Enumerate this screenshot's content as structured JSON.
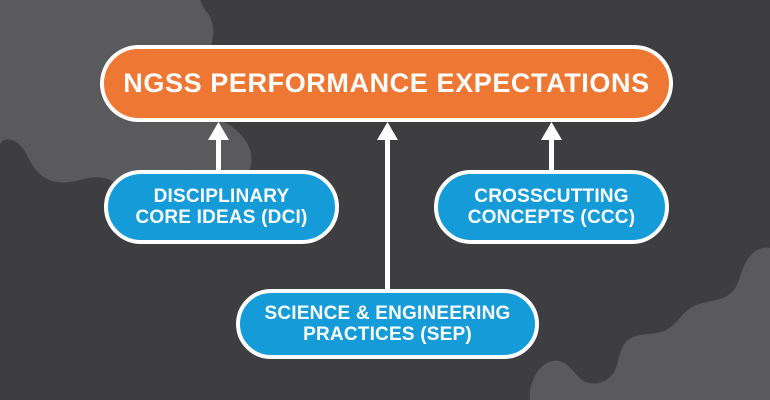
{
  "diagram": {
    "title_node": {
      "id": "ngss-performance-expectations",
      "label": "NGSS PERFORMANCE EXPECTATIONS",
      "color": "#ee7733",
      "border_color": "#ffffff",
      "text_color": "#ffffff"
    },
    "dimension_nodes": [
      {
        "id": "disciplinary-core-ideas",
        "label": "DISCIPLINARY\nCORE IDEAS (DCI)",
        "color": "#159bd7",
        "border_color": "#ffffff",
        "text_color": "#ffffff"
      },
      {
        "id": "crosscutting-concepts",
        "label": "CROSSCUTTING\nCONCEPTS (CCC)",
        "color": "#159bd7",
        "border_color": "#ffffff",
        "text_color": "#ffffff"
      },
      {
        "id": "science-engineering-practices",
        "label": "SCIENCE & ENGINEERING\nPRACTICES (SEP)",
        "color": "#159bd7",
        "border_color": "#ffffff",
        "text_color": "#ffffff"
      }
    ],
    "arrows": [
      {
        "id": "arrow-dci-to-pe",
        "from": "disciplinary-core-ideas",
        "to": "ngss-performance-expectations",
        "direction": "up",
        "color": "#ffffff"
      },
      {
        "id": "arrow-sep-to-pe",
        "from": "science-engineering-practices",
        "to": "ngss-performance-expectations",
        "direction": "up",
        "color": "#ffffff"
      },
      {
        "id": "arrow-ccc-to-pe",
        "from": "crosscutting-concepts",
        "to": "ngss-performance-expectations",
        "direction": "up",
        "color": "#ffffff"
      }
    ],
    "background": {
      "base_color": "#3e3e40",
      "blob_color": "#5a5a5c"
    }
  }
}
